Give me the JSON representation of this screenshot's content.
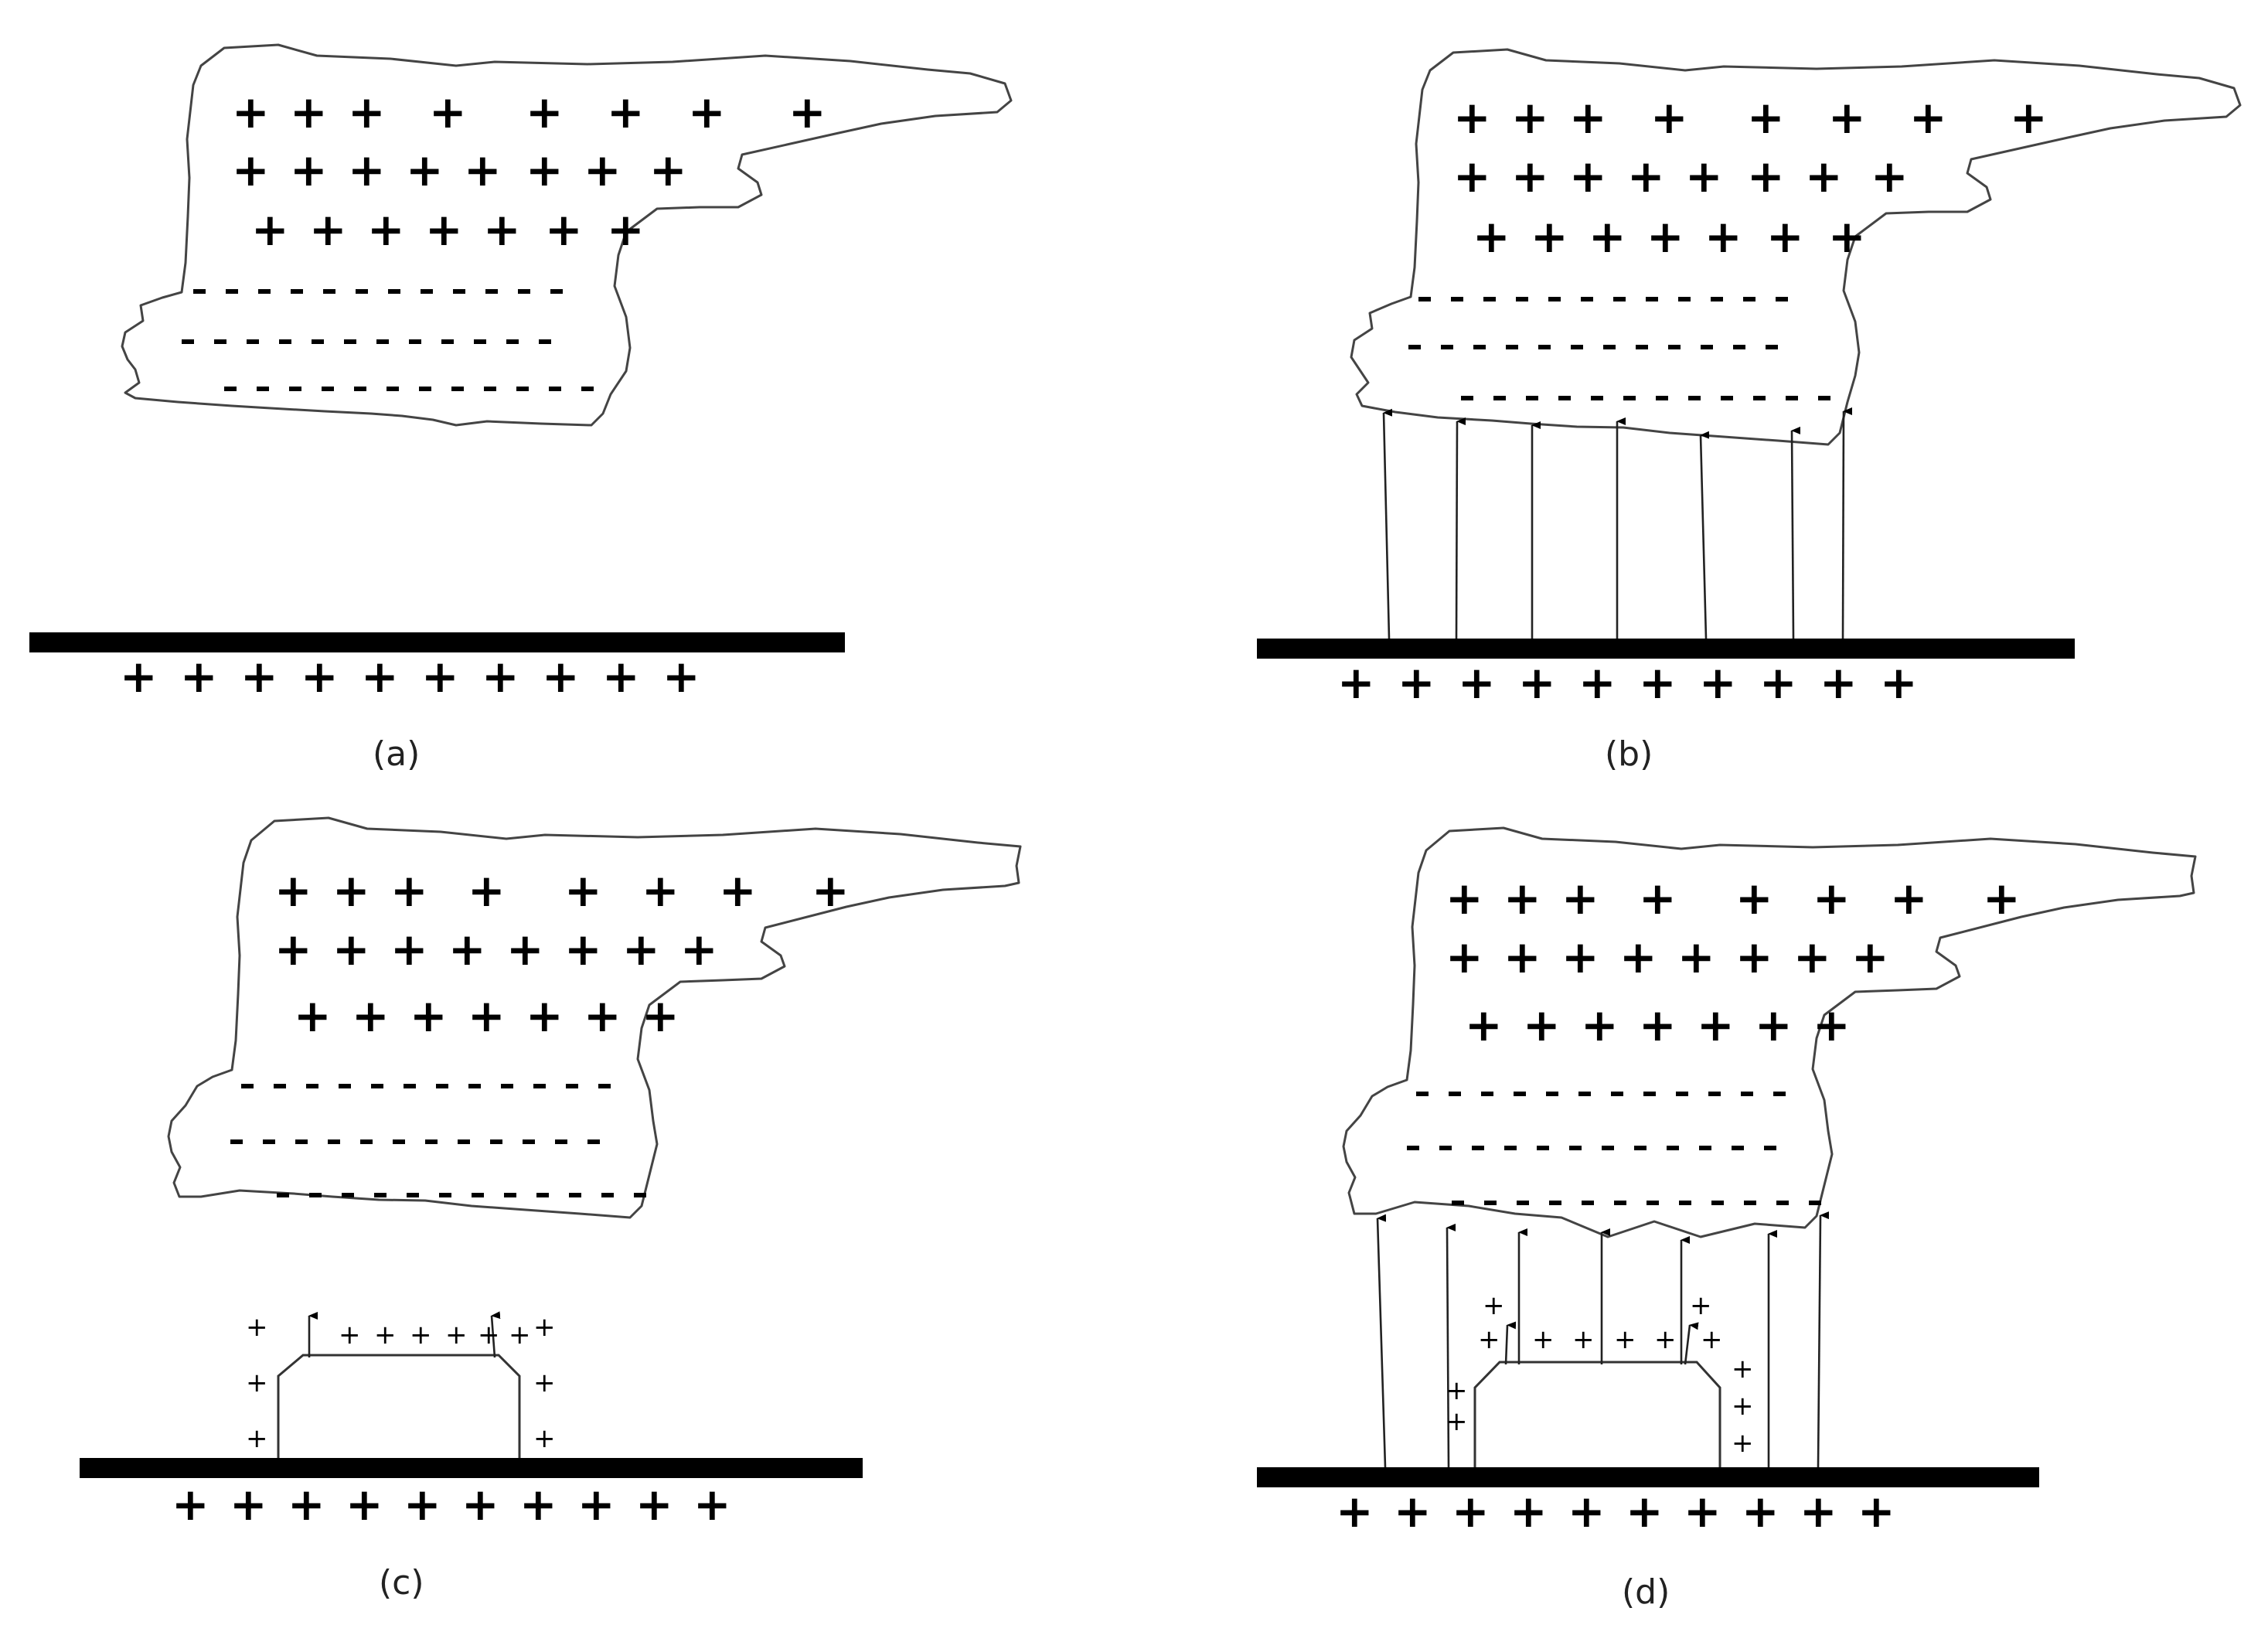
{
  "panels": [
    {
      "id": "a",
      "caption": "(a)",
      "has_field_lines": false,
      "has_building": false
    },
    {
      "id": "b",
      "caption": "(b)",
      "has_field_lines": true,
      "has_building": false
    },
    {
      "id": "c",
      "caption": "(c)",
      "has_field_lines": false,
      "has_building": true
    },
    {
      "id": "d",
      "caption": "(d)",
      "has_field_lines": true,
      "has_building": true
    }
  ],
  "symbols": {
    "positive": "+",
    "negative": "-"
  },
  "colors": {
    "line": "#000000",
    "outline": "#444444",
    "background": "#ffffff"
  }
}
